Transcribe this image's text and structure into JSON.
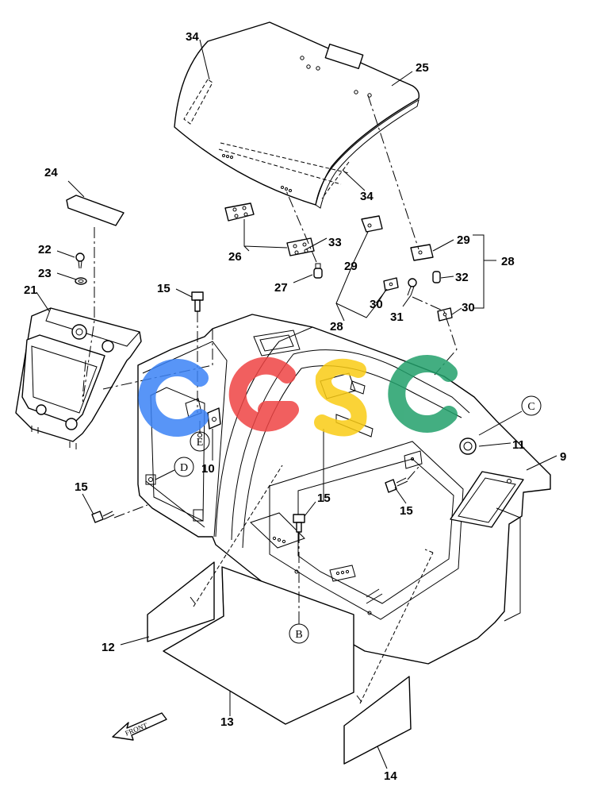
{
  "watermark": {
    "text": "CGSC",
    "colors": {
      "C1": "#3b82f6",
      "G": "#ef4444",
      "S": "#facc15",
      "C2": "#22a06b"
    }
  },
  "direction_arrow": {
    "label": "FRONT"
  },
  "callouts": {
    "c9": "9",
    "c10": "10",
    "c11": "11",
    "c12": "12",
    "c13": "13",
    "c14": "14",
    "c15a": "15",
    "c15b": "15",
    "c15c": "15",
    "c15d": "15",
    "c21": "21",
    "c22": "22",
    "c23": "23",
    "c24": "24",
    "c25": "25",
    "c26": "26",
    "c27": "27",
    "c28a": "28",
    "c28b": "28",
    "c29a": "29",
    "c29b": "29",
    "c30a": "30",
    "c30b": "30",
    "c31": "31",
    "c32": "32",
    "c33": "33",
    "c34a": "34",
    "c34b": "34"
  },
  "reference_letters": {
    "B": "B",
    "C": "C",
    "D": "D",
    "E": "E"
  }
}
